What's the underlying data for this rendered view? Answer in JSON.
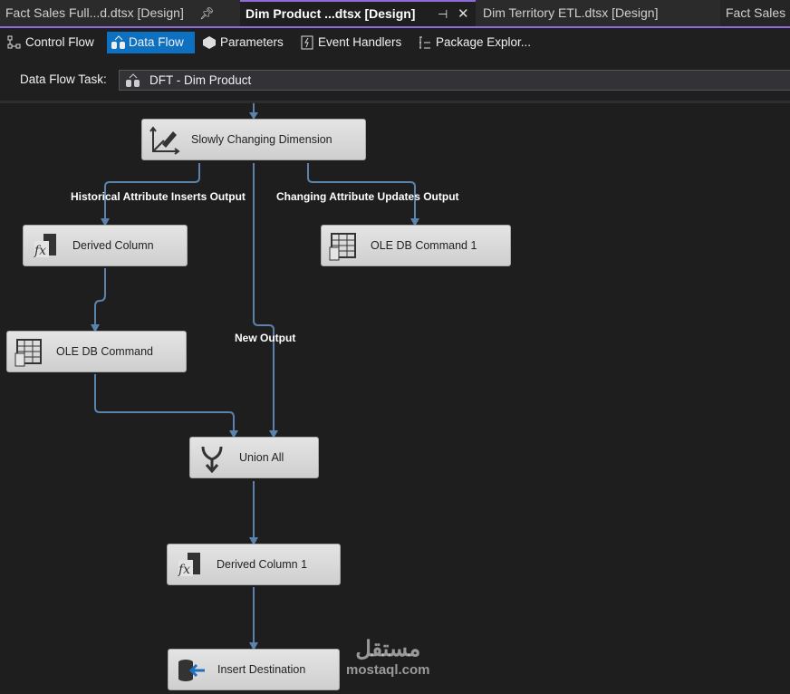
{
  "tabs": [
    {
      "label": "Fact Sales Full...d.dtsx [Design]",
      "icon": "pin-icon"
    },
    {
      "label": "Dim Product ...dtsx [Design]",
      "active": true,
      "icon": "pin-icon"
    },
    {
      "label": "Dim Territory ETL.dtsx [Design]"
    },
    {
      "label": "Fact Sales I"
    }
  ],
  "toolbar": {
    "items": [
      {
        "label": "Control Flow",
        "icon": "control-flow-icon"
      },
      {
        "label": "Data Flow",
        "icon": "data-flow-icon",
        "selected": true
      },
      {
        "label": "Parameters",
        "icon": "parameters-icon"
      },
      {
        "label": "Event Handlers",
        "icon": "event-handlers-icon"
      },
      {
        "label": "Package Explor...",
        "icon": "package-explorer-icon"
      }
    ]
  },
  "task": {
    "label": "Data Flow Task:",
    "value": "DFT - Dim Product"
  },
  "nodes": {
    "scd": "Slowly Changing Dimension",
    "dc": "Derived Column",
    "ole1": "OLE DB Command 1",
    "ole": "OLE DB Command",
    "union": "Union All",
    "dc1": "Derived Column 1",
    "dest": "Insert Destination"
  },
  "paths": {
    "hist": "Historical Attribute Inserts Output",
    "chg": "Changing Attribute Updates Output",
    "new": "New Output"
  },
  "colors": {
    "accent": "#8f6bd8",
    "selected": "#0e70c0",
    "path": "#5b82ad"
  },
  "watermark": {
    "arabic": "مستقل",
    "latin": "mostaql.com"
  }
}
